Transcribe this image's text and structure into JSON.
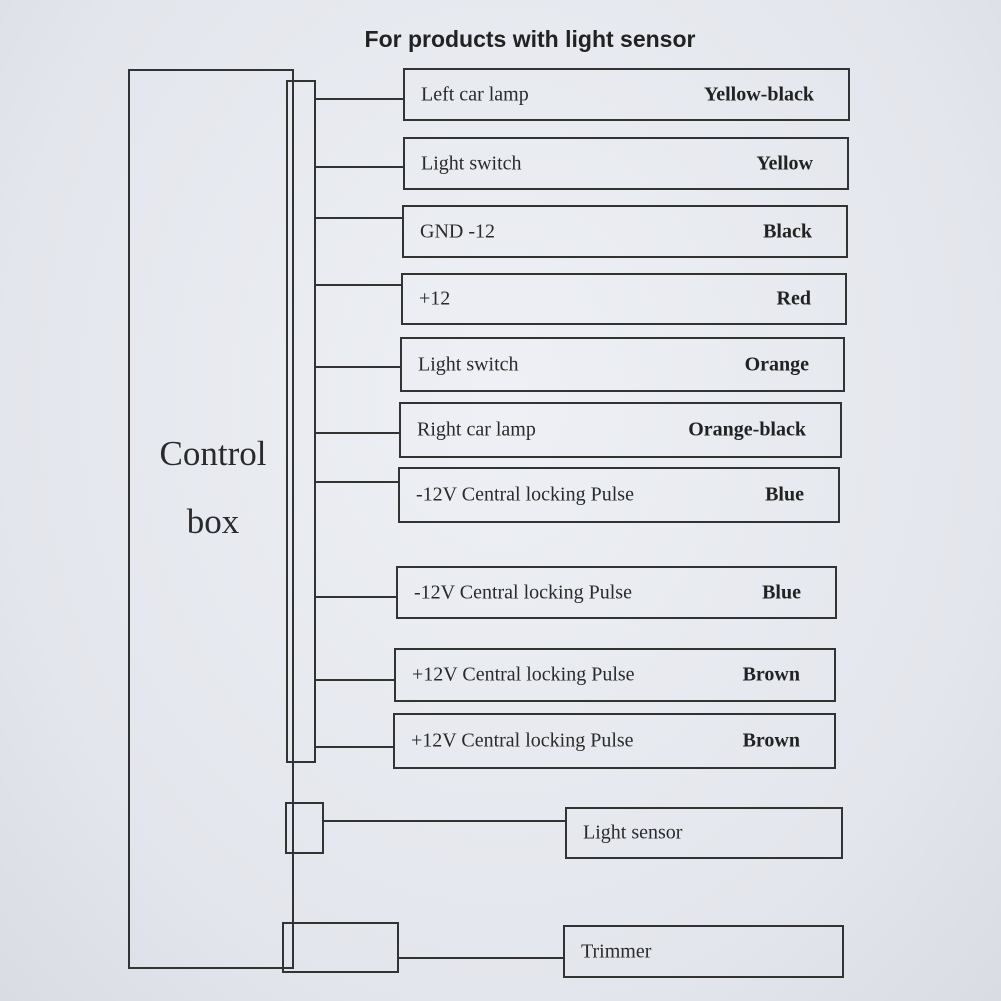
{
  "title": "For products with light sensor",
  "control_box": {
    "line1": "Control",
    "line2": "box"
  },
  "wires": [
    {
      "label": "Left car lamp",
      "color": "Yellow-black"
    },
    {
      "label": "Light switch",
      "color": "Yellow"
    },
    {
      "label": "GND -12",
      "color": "Black"
    },
    {
      "label": "+12",
      "color": "Red"
    },
    {
      "label": "Light switch",
      "color": "Orange"
    },
    {
      "label": "Right car lamp",
      "color": "Orange-black"
    },
    {
      "label": "-12V Central locking Pulse",
      "color": "Blue"
    },
    {
      "label": "-12V Central locking Pulse",
      "color": "Blue"
    },
    {
      "label": "+12V Central locking Pulse",
      "color": "Brown"
    },
    {
      "label": "+12V Central locking Pulse",
      "color": "Brown"
    }
  ],
  "sensors": [
    {
      "label": "Light sensor"
    },
    {
      "label": "Trimmer"
    }
  ]
}
